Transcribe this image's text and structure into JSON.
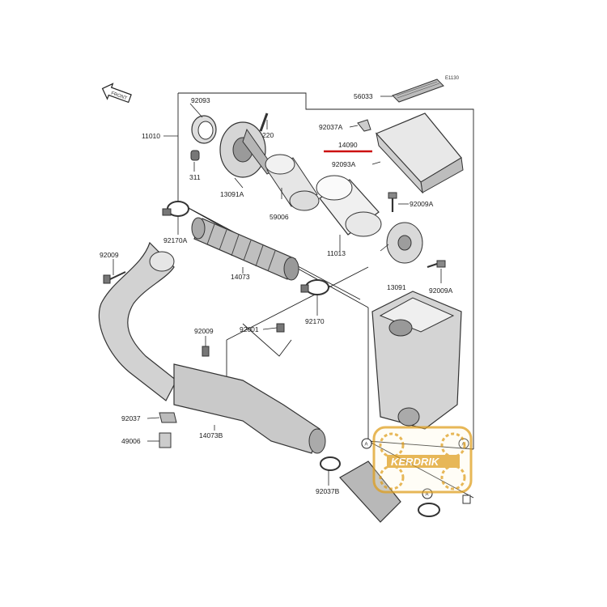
{
  "diagram_code": "E1130",
  "front_marker": "FRONT",
  "callouts": [
    {
      "id": "56033",
      "text": "56033"
    },
    {
      "id": "92093",
      "text": "92093"
    },
    {
      "id": "11010",
      "text": "11010"
    },
    {
      "id": "220",
      "text": "220"
    },
    {
      "id": "311",
      "text": "311"
    },
    {
      "id": "13091A",
      "text": "13091A"
    },
    {
      "id": "92037A",
      "text": "92037A"
    },
    {
      "id": "14090",
      "text": "14090"
    },
    {
      "id": "92093A",
      "text": "92093A"
    },
    {
      "id": "92009A-1",
      "text": "92009A"
    },
    {
      "id": "59006",
      "text": "59006"
    },
    {
      "id": "92170A",
      "text": "92170A"
    },
    {
      "id": "11013",
      "text": "11013"
    },
    {
      "id": "92009-1",
      "text": "92009"
    },
    {
      "id": "14073",
      "text": "14073"
    },
    {
      "id": "13091",
      "text": "13091"
    },
    {
      "id": "92009A-2",
      "text": "92009A"
    },
    {
      "id": "92170",
      "text": "92170"
    },
    {
      "id": "92009-2",
      "text": "92009"
    },
    {
      "id": "92001",
      "text": "92001"
    },
    {
      "id": "92037",
      "text": "92037"
    },
    {
      "id": "14073B",
      "text": "14073B"
    },
    {
      "id": "49006",
      "text": "49006"
    },
    {
      "id": "92037B",
      "text": "92037B"
    }
  ],
  "ref_markers": [
    "A",
    "A",
    "A"
  ],
  "watermark": {
    "text": "KERDRIK",
    "color": "#e0a020"
  },
  "highlight_color": "#cc1111"
}
